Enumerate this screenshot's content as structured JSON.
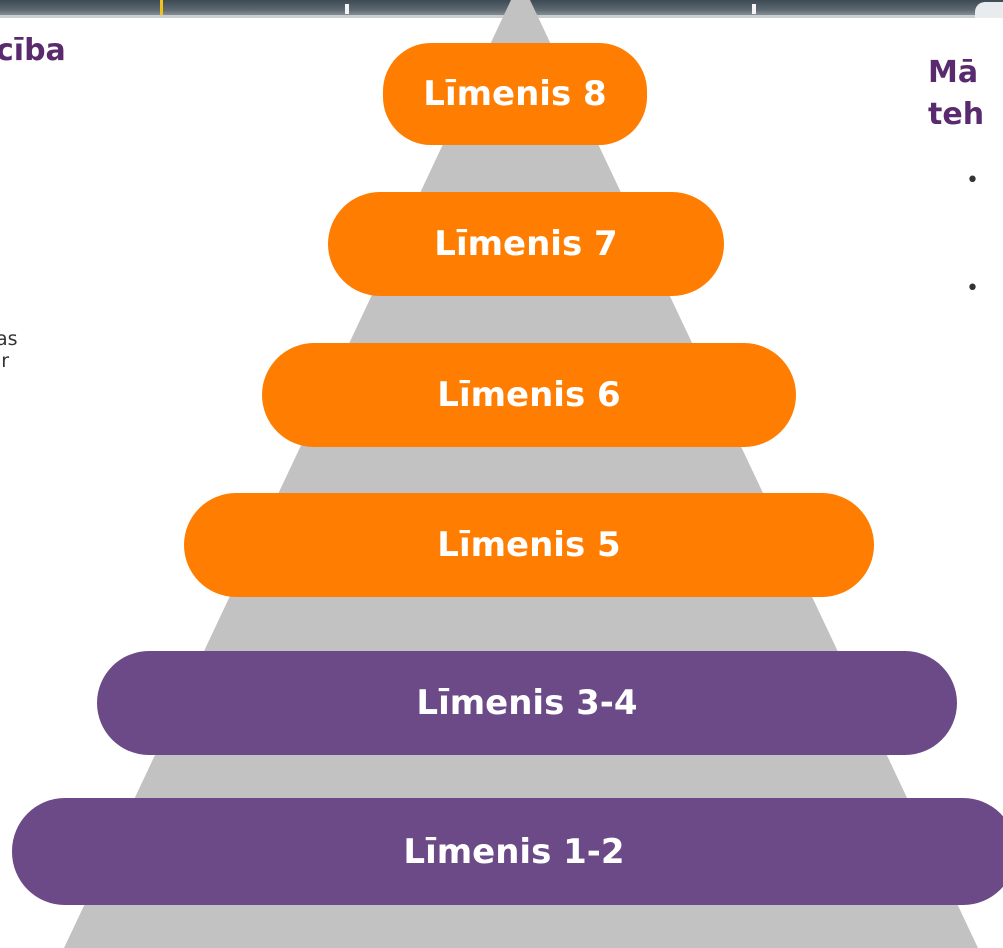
{
  "colors": {
    "pyramid_gray": "#c2c2c2",
    "orange": "#ff7d00",
    "purple": "#6b4a87",
    "heading_purple": "#5a2a6e"
  },
  "left": {
    "heading": "cība",
    "text_lines": [
      "as",
      "ir"
    ]
  },
  "right": {
    "heading_lines": [
      "Mā",
      "teh"
    ],
    "bullets": [
      "•",
      "•"
    ]
  },
  "levels": [
    {
      "label": "Līmenis 8",
      "color": "orange"
    },
    {
      "label": "Līmenis 7",
      "color": "orange"
    },
    {
      "label": "Līmenis 6",
      "color": "orange"
    },
    {
      "label": "Līmenis 5",
      "color": "orange"
    },
    {
      "label": "Līmenis 3-4",
      "color": "purple"
    },
    {
      "label": "Līmenis 1-2",
      "color": "purple"
    }
  ]
}
